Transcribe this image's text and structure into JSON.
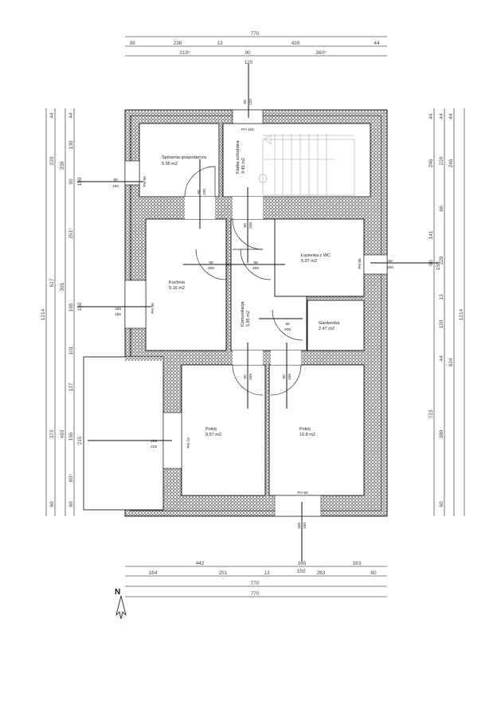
{
  "dims": {
    "top": {
      "total": "770",
      "row2": [
        "39",
        "236",
        "13",
        "439",
        "44"
      ],
      "row3": [
        "319⁵",
        "90",
        "360⁵"
      ],
      "opening": "120"
    },
    "bottom": {
      "row1": [
        "442",
        "165",
        "163"
      ],
      "row2": [
        "164",
        "251",
        "13",
        "150",
        "283",
        "60"
      ],
      "total1": "770",
      "total2": "770"
    },
    "left": {
      "col1": "1214",
      "col2": [
        "44",
        "220",
        "517",
        "373",
        "60"
      ],
      "col3": [
        "330",
        "391",
        "493"
      ],
      "col4": [
        "44",
        "130",
        "90",
        "251⁵",
        "165",
        "101",
        "127",
        "165",
        "80⁵",
        "60"
      ],
      "window_labels": [
        "150",
        "150",
        "215"
      ]
    },
    "right": {
      "col1": [
        "44",
        "246",
        "141",
        "60",
        "723"
      ],
      "col2": [
        "44",
        "220",
        "66",
        "229",
        "13",
        "150",
        "44",
        "389",
        "60"
      ],
      "col3": [
        "44",
        "246",
        "924"
      ],
      "col4": "1214",
      "window_label": "150"
    }
  },
  "rooms": [
    {
      "name": "Spiżarnia gospodarcza",
      "area": "5.05 m2"
    },
    {
      "name": "Klatka schodowa",
      "area": "9.45 m2"
    },
    {
      "name": "Kuchnia",
      "area": "9.16 m2"
    },
    {
      "name": "Łazienka z WC",
      "area": "5.97 m2"
    },
    {
      "name": "Komunikacja",
      "area": "5.95 m2"
    },
    {
      "name": "Garderoba",
      "area": "2.47 m2"
    },
    {
      "name": "Pokój",
      "area": "9.57 m2"
    },
    {
      "name": "Pokój",
      "area": "10.8 m2"
    }
  ],
  "doors": {
    "width": "90",
    "height": "205"
  },
  "windows": [
    {
      "w": "90",
      "h": "120"
    },
    {
      "w": "90",
      "h": "150"
    },
    {
      "w": "165",
      "h": "150"
    },
    {
      "w": "60",
      "h": "150"
    },
    {
      "w": "165",
      "h": "215"
    },
    {
      "w": "165",
      "h": "150"
    }
  ],
  "sill_tags": [
    "PH 115",
    "PH 90",
    "PH 90",
    "PH 85",
    "PH 10",
    "PH 90"
  ],
  "north": "N"
}
